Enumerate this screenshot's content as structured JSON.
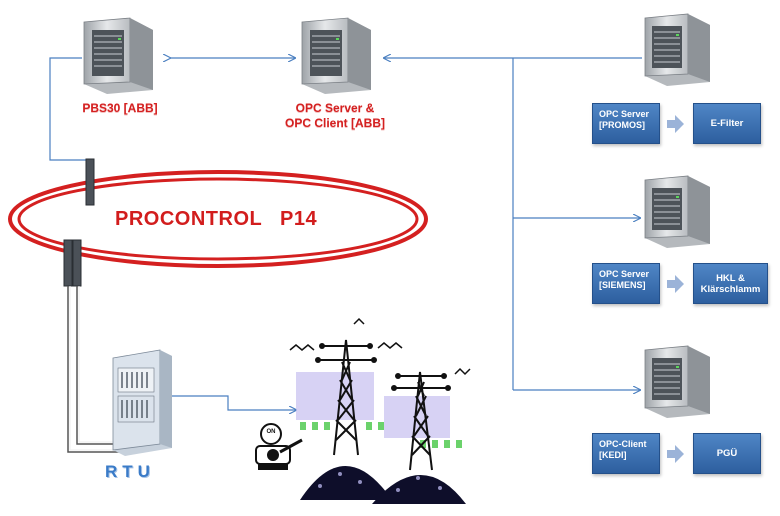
{
  "nodes": {
    "pbs30": {
      "label": "PBS30 [ABB]"
    },
    "opc_abb": {
      "label_line1": "OPC Server &",
      "label_line2": "OPC Client [ABB]"
    },
    "procontrol": {
      "label": "PROCONTROL   P14"
    },
    "rtu": {
      "label": "RTU"
    },
    "switch": {
      "label": "ON"
    }
  },
  "right_groups": [
    {
      "server_label_line1": "OPC Server",
      "server_label_line2": "[PROMOS]",
      "target_label_line1": "E-Filter",
      "target_label_line2": ""
    },
    {
      "server_label_line1": "OPC Server",
      "server_label_line2": "[SIEMENS]",
      "target_label_line1": "HKL &",
      "target_label_line2": "Klärschlamm"
    },
    {
      "server_label_line1": "OPC-Client",
      "server_label_line2": "[KEDI]",
      "target_label_line1": "PGÜ",
      "target_label_line2": ""
    }
  ],
  "colors": {
    "bus_red": "#d42020",
    "box_blue": "#3f74b6",
    "line_blue": "#4a7fc0",
    "arrow_grey_blue": "#9bb3d8"
  }
}
